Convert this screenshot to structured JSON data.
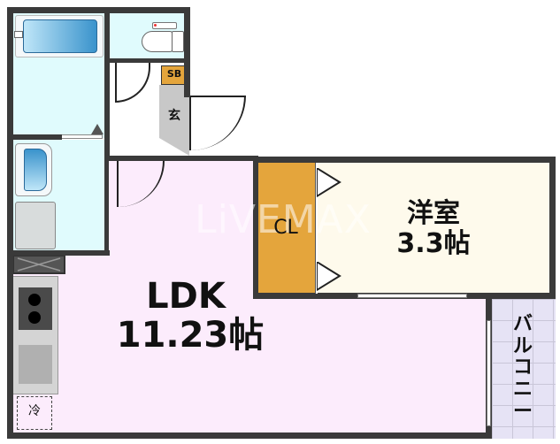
{
  "floorplan": {
    "watermark": "LiVEMAX",
    "rooms": {
      "ldk": {
        "name": "LDK",
        "size": "11.23帖",
        "color": "#fcecfc"
      },
      "western_room": {
        "name": "洋室",
        "size": "3.3帖",
        "color": "#fefaec"
      },
      "closet": {
        "name": "CL",
        "color": "#e4a53c"
      },
      "shoe_box": {
        "name": "SB",
        "color": "#e4a53c"
      },
      "entrance": {
        "name": "玄",
        "color": "#c8c8c8"
      },
      "balcony": {
        "name": "バルコニー",
        "color": "#e6e3f5"
      },
      "refrigerator": {
        "name": "冷"
      },
      "bathroom": {
        "color": "#e0fbfd"
      },
      "toilet": {
        "color": "#e0fbfd"
      },
      "washroom": {
        "color": "#e0fbfd"
      }
    },
    "colors": {
      "wall": "#3a3a3a",
      "bathtub": "#4aa3d8",
      "kitchen_counter": "#d4d4d4"
    }
  }
}
